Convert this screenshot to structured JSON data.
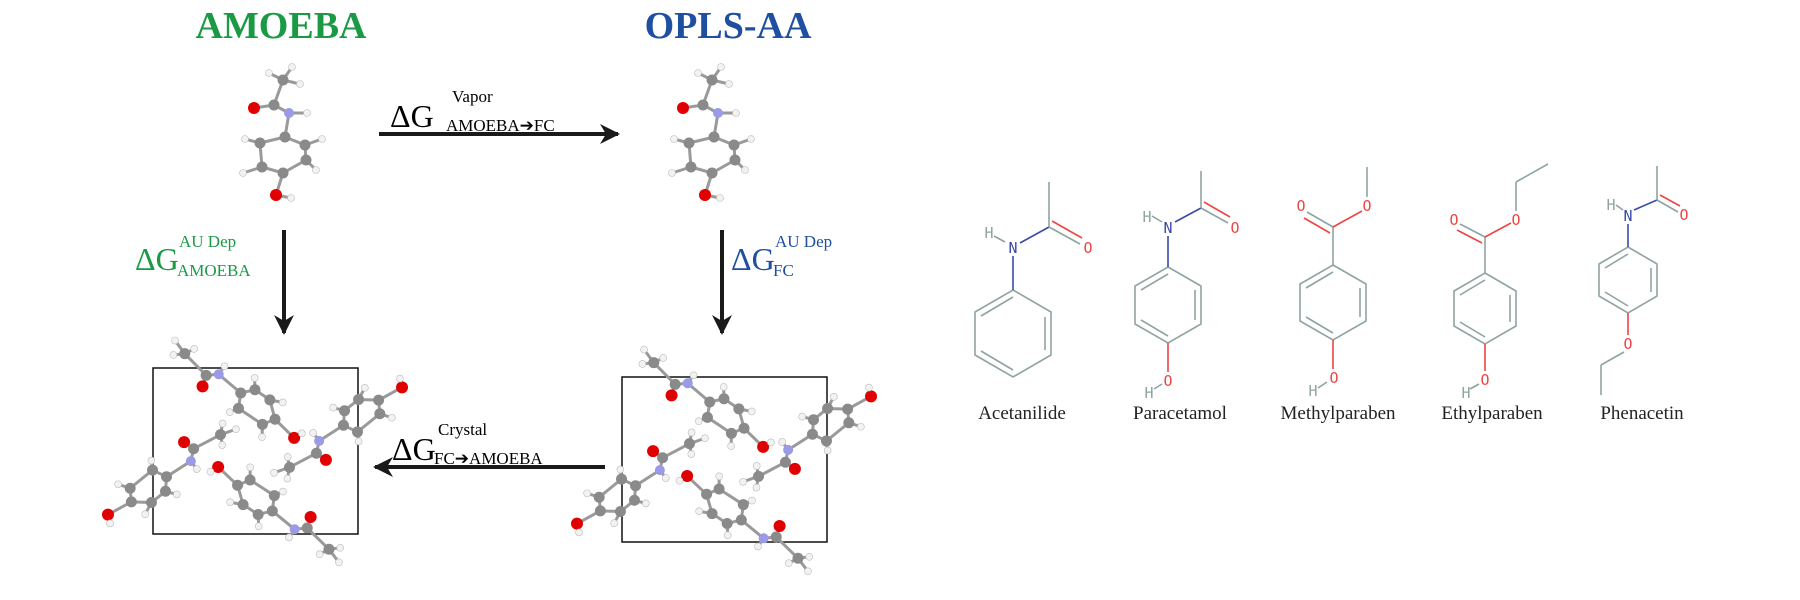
{
  "titles": {
    "amoeba": "AMOEBA",
    "opls": "OPLS-AA"
  },
  "colors": {
    "amoeba": "#1a9a44",
    "opls": "#1f4fa0",
    "arrow": "#1a1a1a",
    "carbon": "#8a8a8a",
    "oxygen": "#e00000",
    "nitrogen": "#9a9ae6",
    "hydrogen": "#f2f2f2",
    "skeleton": "#8fa3a0",
    "hetero_o": "#ee4444",
    "hetero_n": "#3a4aa8"
  },
  "labels": {
    "vapor": {
      "delta": "ΔG",
      "sup": "Vapor",
      "sub": "AMOEBA➔FC"
    },
    "au_amoeba": {
      "delta": "ΔG",
      "sup": "AU Dep",
      "sub": "AMOEBA"
    },
    "au_fc": {
      "delta": "ΔG",
      "sup": "AU Dep",
      "sub": "FC"
    },
    "crystal": {
      "delta": "ΔG",
      "sup": "Crystal",
      "sub": "FC➔AMOEBA"
    }
  },
  "atoms": {
    "H": "H",
    "N": "N",
    "O": "O"
  },
  "molecules": [
    "Acetanilide",
    "Paracetamol",
    "Methylparaben",
    "Ethylparaben",
    "Phenacetin"
  ]
}
